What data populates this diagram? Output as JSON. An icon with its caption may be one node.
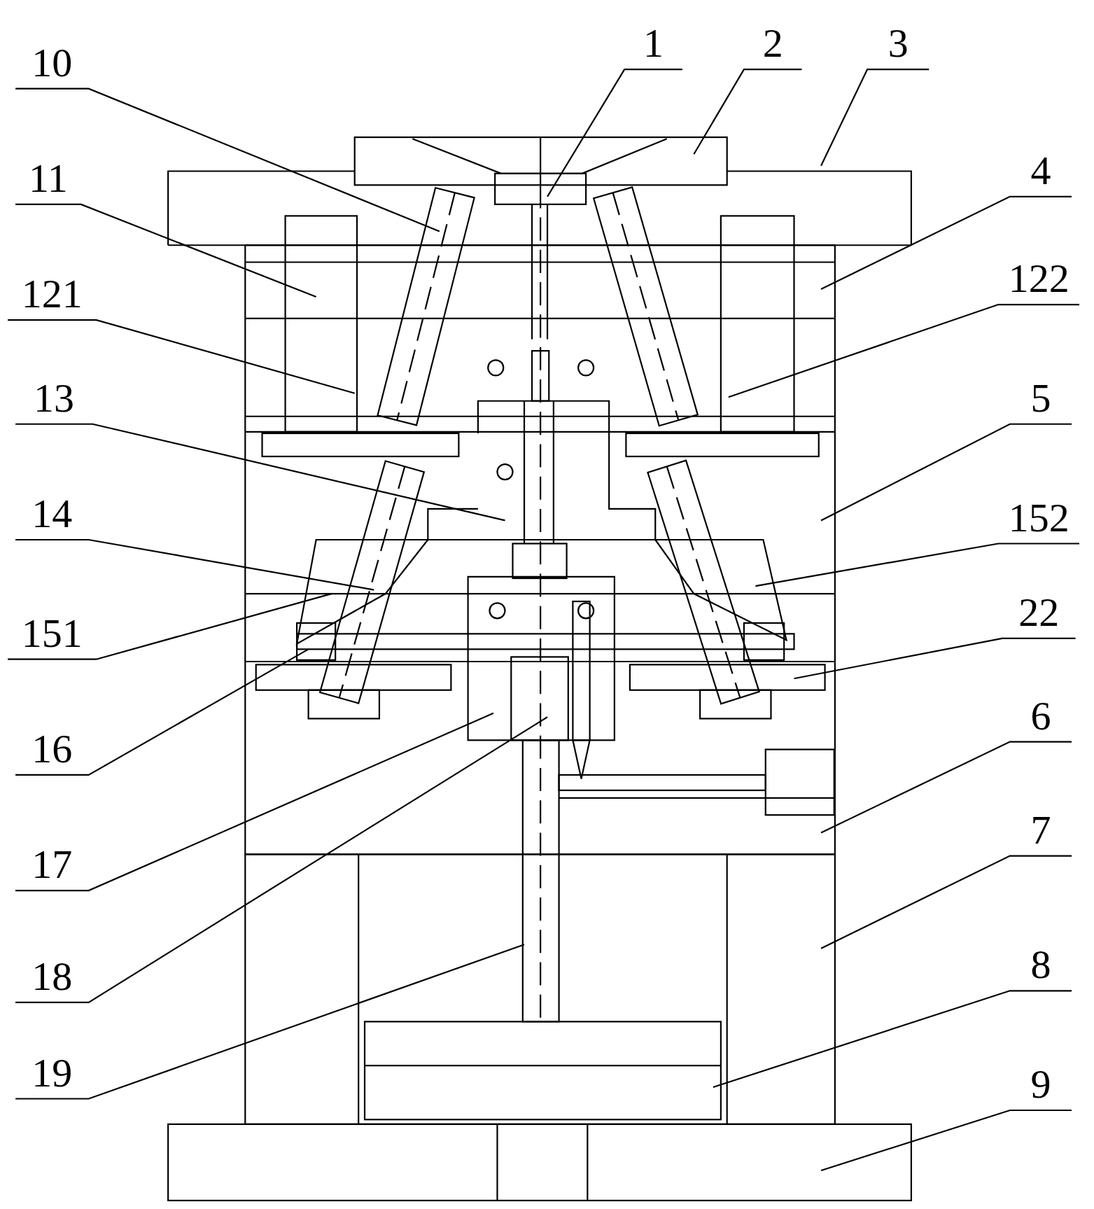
{
  "diagram": {
    "nodes": [
      {
        "text": [
          "10"
        ]
      },
      {
        "text": [
          "1"
        ]
      },
      {
        "text": [
          "2"
        ]
      },
      {
        "text": [
          "3"
        ]
      },
      {
        "text": [
          "11"
        ]
      },
      {
        "text": [
          "4"
        ]
      },
      {
        "text": [
          "121"
        ]
      },
      {
        "text": [
          "122"
        ]
      },
      {
        "text": [
          "13"
        ]
      },
      {
        "text": [
          "5"
        ]
      },
      {
        "text": [
          "14"
        ]
      },
      {
        "text": [
          "152"
        ]
      },
      {
        "text": [
          "151"
        ]
      },
      {
        "text": [
          "22"
        ]
      },
      {
        "text": [
          "16"
        ]
      },
      {
        "text": [
          "6"
        ]
      },
      {
        "text": [
          "17"
        ]
      },
      {
        "text": [
          "7"
        ]
      },
      {
        "text": [
          "18"
        ]
      },
      {
        "text": [
          "8"
        ]
      },
      {
        "text": [
          "19"
        ]
      },
      {
        "text": [
          "9"
        ]
      }
    ],
    "edges": [
      {
        "from": 0,
        "to": null,
        "arrow": "none"
      },
      {
        "from": 1,
        "to": null,
        "arrow": "none"
      },
      {
        "from": 2,
        "to": null,
        "arrow": "none"
      },
      {
        "from": 3,
        "to": null,
        "arrow": "none"
      },
      {
        "from": 4,
        "to": null,
        "arrow": "none"
      },
      {
        "from": 5,
        "to": null,
        "arrow": "none"
      },
      {
        "from": 6,
        "to": null,
        "arrow": "none"
      },
      {
        "from": 7,
        "to": null,
        "arrow": "none"
      },
      {
        "from": 8,
        "to": null,
        "arrow": "none"
      },
      {
        "from": 9,
        "to": null,
        "arrow": "none"
      },
      {
        "from": 10,
        "to": null,
        "arrow": "none"
      },
      {
        "from": 11,
        "to": null,
        "arrow": "none"
      },
      {
        "from": 12,
        "to": null,
        "arrow": "none"
      },
      {
        "from": 13,
        "to": null,
        "arrow": "none"
      },
      {
        "from": 14,
        "to": null,
        "arrow": "none"
      },
      {
        "from": 15,
        "to": null,
        "arrow": "none"
      },
      {
        "from": 16,
        "to": null,
        "arrow": "none"
      },
      {
        "from": 17,
        "to": null,
        "arrow": "none"
      },
      {
        "from": 18,
        "to": null,
        "arrow": "none"
      },
      {
        "from": 19,
        "to": null,
        "arrow": "none"
      },
      {
        "from": 20,
        "to": null,
        "arrow": "none"
      },
      {
        "from": 21,
        "to": null,
        "arrow": "none"
      }
    ]
  }
}
